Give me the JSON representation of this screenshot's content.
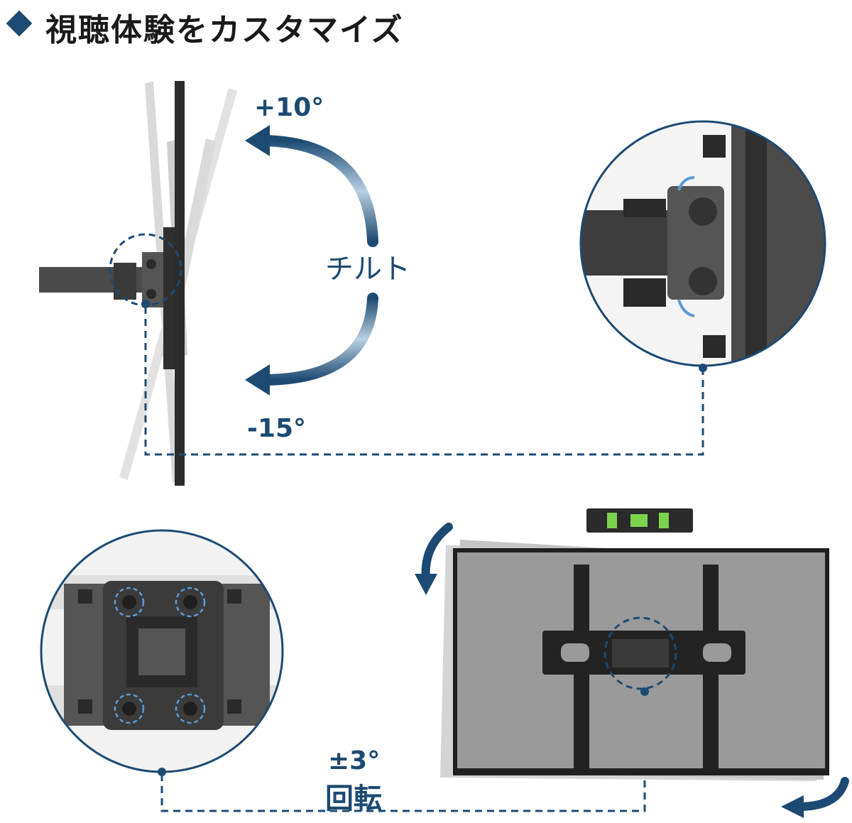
{
  "header": {
    "title": "視聴体験をカスタマイズ"
  },
  "tilt": {
    "label": "チルト",
    "up_angle": "+10°",
    "down_angle": "-15°"
  },
  "rotation": {
    "angle": "±3°",
    "label": "回転"
  },
  "colors": {
    "accent": "#1d4a72",
    "screen": "#9a9a9a",
    "mount": "#2b2b2b",
    "ghost": "#d8d8d8"
  },
  "icons": [
    "diamond-bullet-icon",
    "curved-arrow-icon",
    "spirit-level-icon"
  ]
}
